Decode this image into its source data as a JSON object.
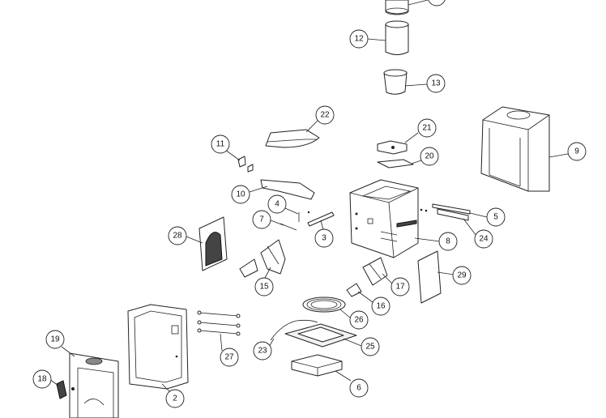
{
  "callouts": [
    {
      "label": "12"
    },
    {
      "label": "13"
    },
    {
      "label": "22"
    },
    {
      "label": "21"
    },
    {
      "label": "20"
    },
    {
      "label": "9"
    },
    {
      "label": "11"
    },
    {
      "label": "10"
    },
    {
      "label": "4"
    },
    {
      "label": "7"
    },
    {
      "label": "3"
    },
    {
      "label": "5"
    },
    {
      "label": "24"
    },
    {
      "label": "8"
    },
    {
      "label": "28"
    },
    {
      "label": "29"
    },
    {
      "label": "15"
    },
    {
      "label": "17"
    },
    {
      "label": "16"
    },
    {
      "label": "26"
    },
    {
      "label": "25"
    },
    {
      "label": "23"
    },
    {
      "label": "19"
    },
    {
      "label": "27"
    },
    {
      "label": "18"
    },
    {
      "label": "2"
    },
    {
      "label": "6"
    }
  ]
}
